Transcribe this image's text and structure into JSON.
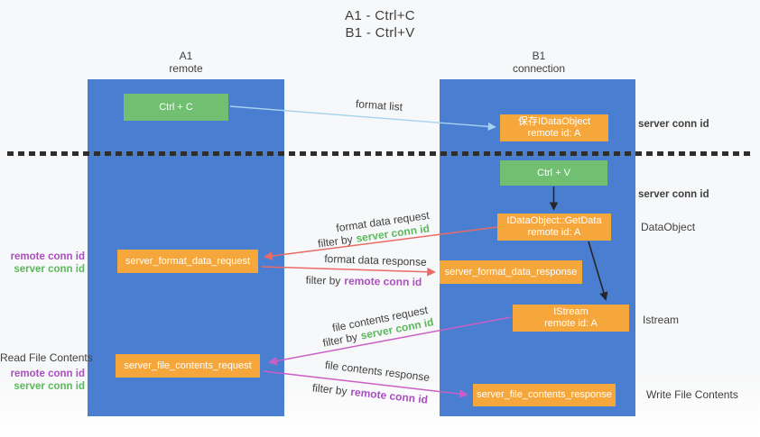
{
  "title": {
    "line1": "A1 - Ctrl+C",
    "line2": "B1 - Ctrl+V"
  },
  "columns": {
    "left": {
      "name": "A1",
      "subtitle": "remote"
    },
    "right": {
      "name": "B1",
      "subtitle": "connection"
    }
  },
  "nodes": {
    "ctrl_c": {
      "label": "Ctrl + C"
    },
    "save_idataobject": {
      "line1": "保存IDataObject",
      "line2": "remote id: A"
    },
    "ctrl_v": {
      "label": "Ctrl + V"
    },
    "getdata": {
      "line1": "IDataObject::GetData",
      "line2": "remote id: A"
    },
    "format_request": {
      "label": "server_format_data_request"
    },
    "format_response": {
      "label": "server_format_data_response"
    },
    "istream": {
      "line1": "IStream",
      "line2": "remote id: A"
    },
    "file_request": {
      "label": "server_file_contents_request"
    },
    "file_response": {
      "label": "server_file_contents_response"
    }
  },
  "edge_labels": {
    "format_list": "format list",
    "format_data_request": "format data request",
    "format_data_response": "format data response",
    "file_contents_request": "file contents request",
    "file_contents_response": "file contents response",
    "filter_by": "filter by",
    "server_conn_id": "server conn id",
    "remote_conn_id": "remote conn id"
  },
  "side_labels": {
    "server_conn_id_top": "server conn id",
    "server_conn_id_mid": "server conn id",
    "dataobject": "DataObject",
    "istream": "Istream",
    "write_file_contents": "Write File Contents",
    "read_file_contents": "Read File Contents",
    "remote_conn_id_1": "remote conn id",
    "server_conn_id_1": "server conn id",
    "remote_conn_id_2": "remote conn id",
    "server_conn_id_2": "server conn id"
  },
  "colors": {
    "column_blue": "#4a7ed1",
    "box_green": "#71bf71",
    "box_orange": "#f6a73c",
    "text_dark": "#3f3f3f",
    "label_green": "#5cb85c",
    "label_purple": "#aa4fbe",
    "arrow_red": "#ea6a64",
    "arrow_magenta": "#cb5fc6",
    "arrow_blue": "#a6d2f0",
    "arrow_black": "#262626"
  }
}
